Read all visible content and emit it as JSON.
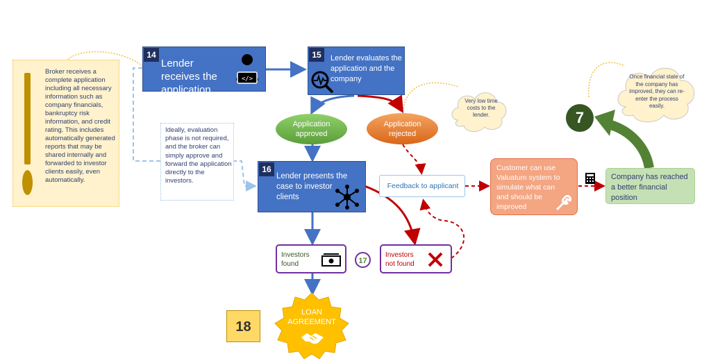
{
  "broker_note": "Broker receives a complete application including all necessary information such as company financials, bankruptcy risk information, and credit rating. This includes automatically generated reports that may be shared internally and forwarded to investor clients easily, even automatically.",
  "step14": {
    "num": "14",
    "label": "Lender receives the application"
  },
  "step15": {
    "num": "15",
    "label": "Lender evaluates the application and the company"
  },
  "cloud_low_cost": "Very low time costs to the lender.",
  "approved": "Application approved",
  "rejected": "Application rejected",
  "ideal_note": "Ideally, evaluation phase is not required, and the broker can simply approve and forward the application directly to the investors.",
  "step16": {
    "num": "16",
    "label": "Lender presents the case to investor clients"
  },
  "feedback": "Feedback to applicant",
  "customer_box": "Customer can use Valuatum system to simulate what can and should be improved",
  "company_box": "Company has reached a better financial position",
  "cloud_reenter": "Once financial state of the company has improved, they can re-enter the process easily.",
  "step7": "7",
  "investors_found": "Investors found",
  "step17": "17",
  "investors_not_found": "Investors not found",
  "step18": "18",
  "loan_badge": "LOAN AGREEMENT",
  "colors": {
    "blue_box": "#4472c4",
    "dark_navy": "#1f2f5f",
    "green_oval": "#70ad47",
    "orange_oval": "#ed7d31",
    "red_arrow": "#c00000",
    "salmon_box": "#f4b183",
    "green_box": "#c5e0b4",
    "purple_border": "#7030a0",
    "gold": "#ffc000",
    "dark_green_circle": "#375623"
  }
}
